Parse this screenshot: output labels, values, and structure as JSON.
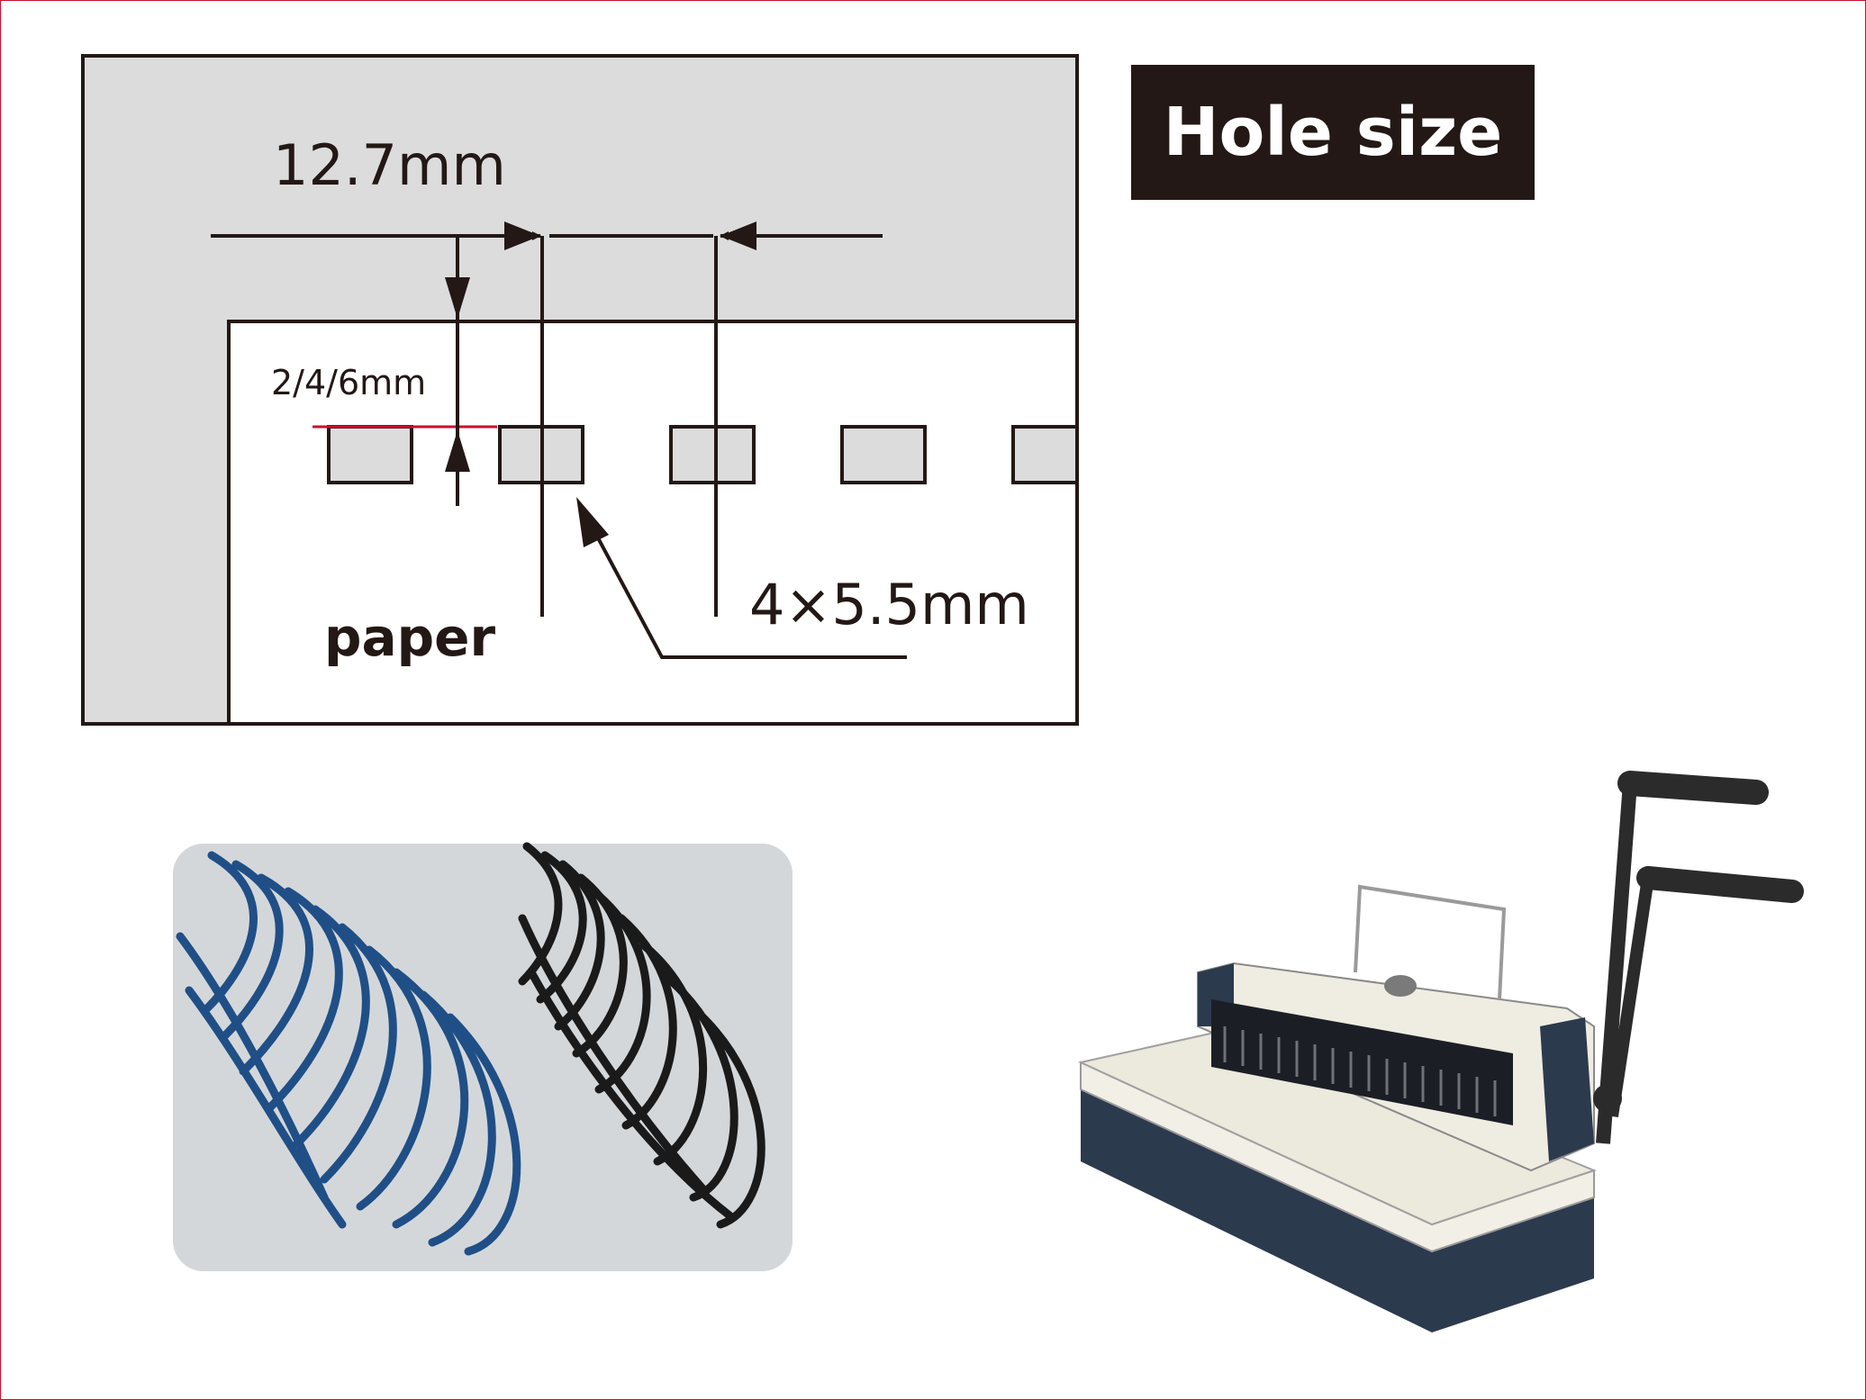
{
  "title": "Hole size",
  "diagram": {
    "pitch_label": "12.7mm",
    "margin_label": "2/4/6mm",
    "hole_label": "4×5.5mm",
    "paper_label": "paper"
  },
  "colors": {
    "panel_gray": "#dcdcdd",
    "line": "#231815",
    "accent_red": "#c8102e",
    "badge_bg": "#231815",
    "wire_blue": "#1f4f86",
    "wire_black": "#1a1a1a"
  },
  "photos": [
    {
      "name": "binding-wire-photo"
    },
    {
      "name": "binding-machine-photo"
    }
  ]
}
